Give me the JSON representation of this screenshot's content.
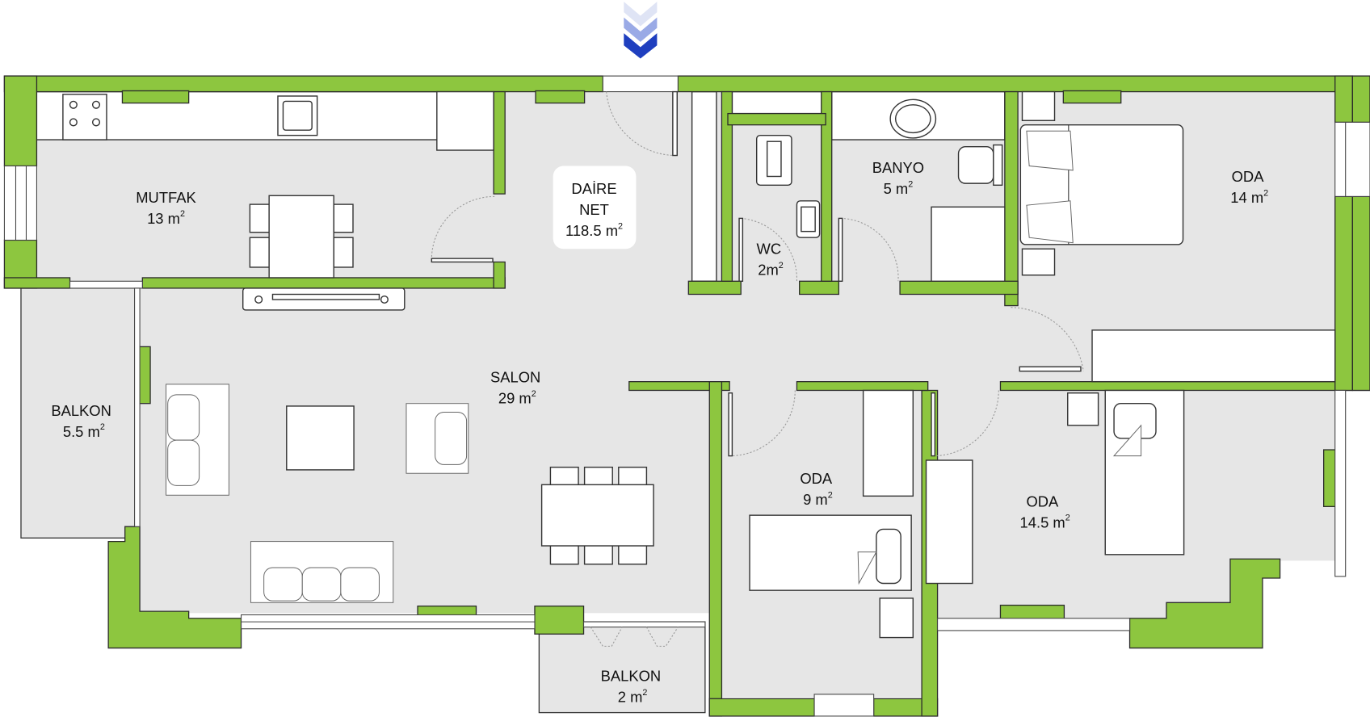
{
  "plan": {
    "entrance_marker": "chevron-down-arrows",
    "colors": {
      "wall": "#8dc63f",
      "floor": "#e6e6e6",
      "arrow": "#1f3fbf"
    },
    "total": {
      "line1": "DAİRE",
      "line2": "NET",
      "area": "118.5",
      "unit": "m",
      "exp": "2"
    },
    "rooms": {
      "mutfak": {
        "name": "MUTFAK",
        "area": "13",
        "unit": " m",
        "exp": "2"
      },
      "banyo": {
        "name": "BANYO",
        "area": "5",
        "unit": " m",
        "exp": "2"
      },
      "wc": {
        "name": "WC",
        "area": "2",
        "unit": "m",
        "exp": "2"
      },
      "oda_master": {
        "name": "ODA",
        "area": "14",
        "unit": " m",
        "exp": "2"
      },
      "salon": {
        "name": "SALON",
        "area": "29",
        "unit": " m",
        "exp": "2"
      },
      "balkon_left": {
        "name": "BALKON",
        "area": "5.5",
        "unit": " m",
        "exp": "2"
      },
      "oda_small": {
        "name": "ODA",
        "area": "9",
        "unit": " m",
        "exp": "2"
      },
      "oda_mid": {
        "name": "ODA",
        "area": "14.5",
        "unit": " m",
        "exp": "2"
      },
      "balkon_bottom": {
        "name": "BALKON",
        "area": "2",
        "unit": " m",
        "exp": "2"
      }
    }
  }
}
